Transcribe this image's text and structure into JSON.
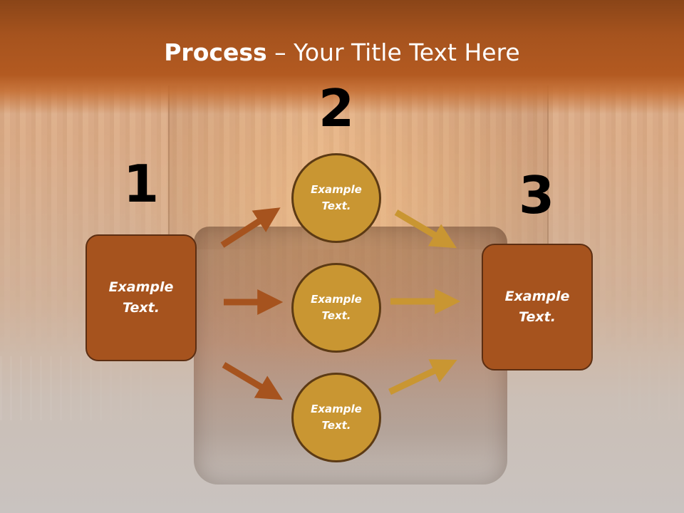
{
  "title": {
    "bold": "Process",
    "rest": " – Your Title Text Here"
  },
  "steps": {
    "one": {
      "number": "1",
      "label": "Example Text."
    },
    "two": {
      "number": "2",
      "items": [
        {
          "label": "Example Text."
        },
        {
          "label": "Example Text."
        },
        {
          "label": "Example Text."
        }
      ]
    },
    "three": {
      "number": "3",
      "label": "Example Text."
    }
  },
  "colors": {
    "header": "#a6531e",
    "box_fill": "#a6531e",
    "circle_fill": "#c99632",
    "arrow_left": "#a6531e",
    "arrow_right": "#c99632"
  }
}
